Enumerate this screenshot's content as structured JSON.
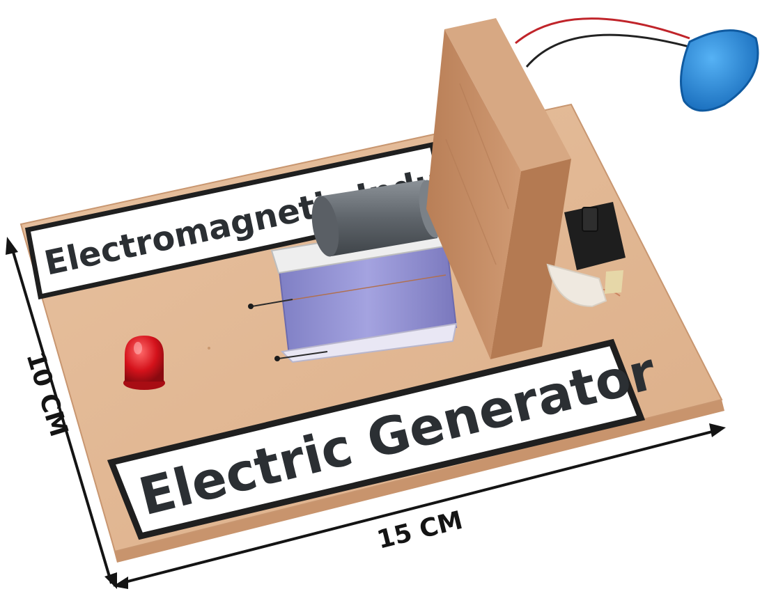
{
  "labels": {
    "top_sign": "Electromagnetic Induct",
    "front_sign": "Electric Generator"
  },
  "dimensions": {
    "length": "15 CM",
    "width": "10 CM"
  },
  "colors": {
    "board": "#e3b893",
    "board_edge": "#c8946d",
    "wood_block": "#c8916a",
    "coil": "#8e8ed0",
    "led": "#d4121b",
    "battery": "#1e86d8",
    "sign_border": "#1f1f1f"
  }
}
